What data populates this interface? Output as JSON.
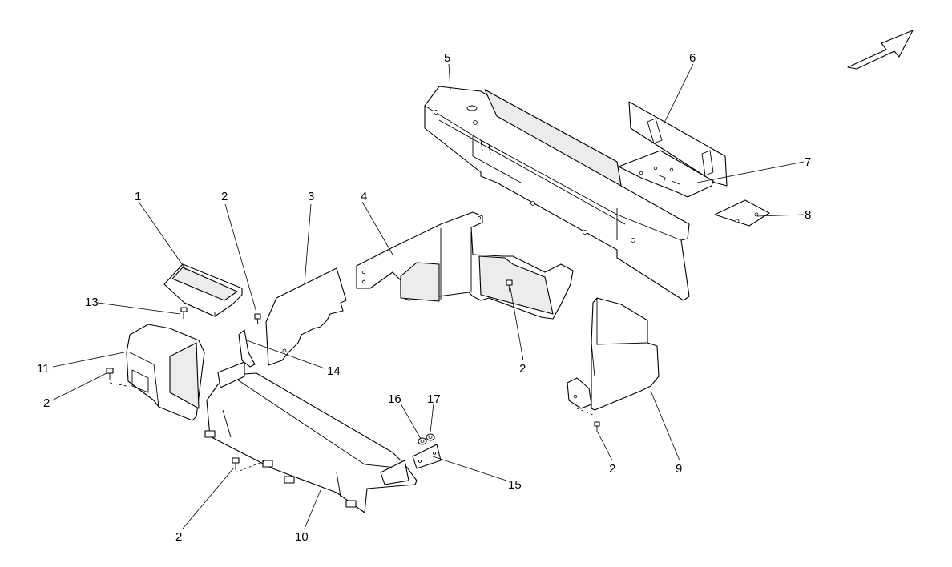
{
  "callouts": [
    {
      "id": "c1",
      "label": "1"
    },
    {
      "id": "c2a",
      "label": "2"
    },
    {
      "id": "c3",
      "label": "3"
    },
    {
      "id": "c4",
      "label": "4"
    },
    {
      "id": "c5",
      "label": "5"
    },
    {
      "id": "c6",
      "label": "6"
    },
    {
      "id": "c7",
      "label": "7"
    },
    {
      "id": "c8",
      "label": "8"
    },
    {
      "id": "c2b",
      "label": "2"
    },
    {
      "id": "c9",
      "label": "9"
    },
    {
      "id": "c2c",
      "label": "2"
    },
    {
      "id": "c10",
      "label": "10"
    },
    {
      "id": "c11",
      "label": "11"
    },
    {
      "id": "c2d",
      "label": "2"
    },
    {
      "id": "c13",
      "label": "13"
    },
    {
      "id": "c14",
      "label": "14"
    },
    {
      "id": "c15",
      "label": "15"
    },
    {
      "id": "c16",
      "label": "16"
    },
    {
      "id": "c17",
      "label": "17"
    },
    {
      "id": "c2e",
      "label": "2"
    }
  ],
  "colors": {
    "line": "#000000",
    "background": "#ffffff",
    "shade": "#ececec"
  },
  "icons": {
    "direction": "direction-arrow-icon"
  }
}
